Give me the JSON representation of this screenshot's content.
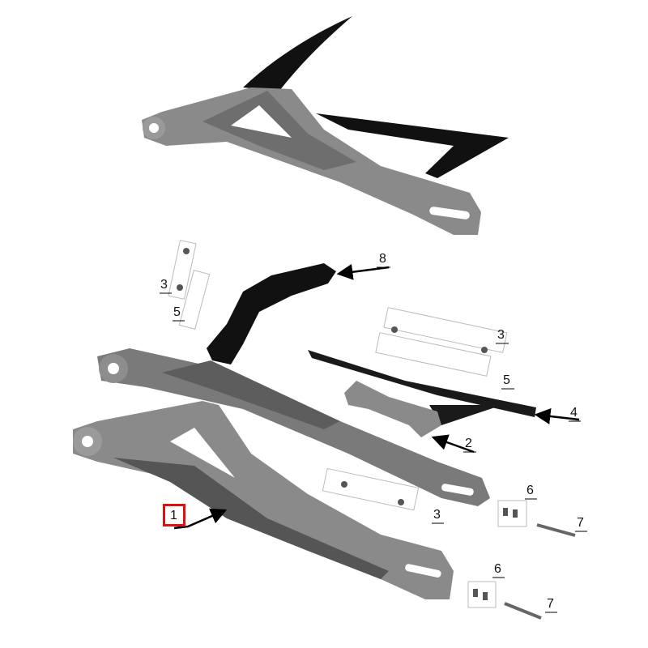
{
  "diagram": {
    "highlight_color": "#e01010",
    "callouts": {
      "c1": "1",
      "c2": "2",
      "c3a": "3",
      "c3b": "3",
      "c3c": "3",
      "c4": "4",
      "c5a": "5",
      "c5b": "5",
      "c6a": "6",
      "c6b": "6",
      "c7a": "7",
      "c7b": "7",
      "c8": "8"
    },
    "highlighted_callout": "1"
  }
}
